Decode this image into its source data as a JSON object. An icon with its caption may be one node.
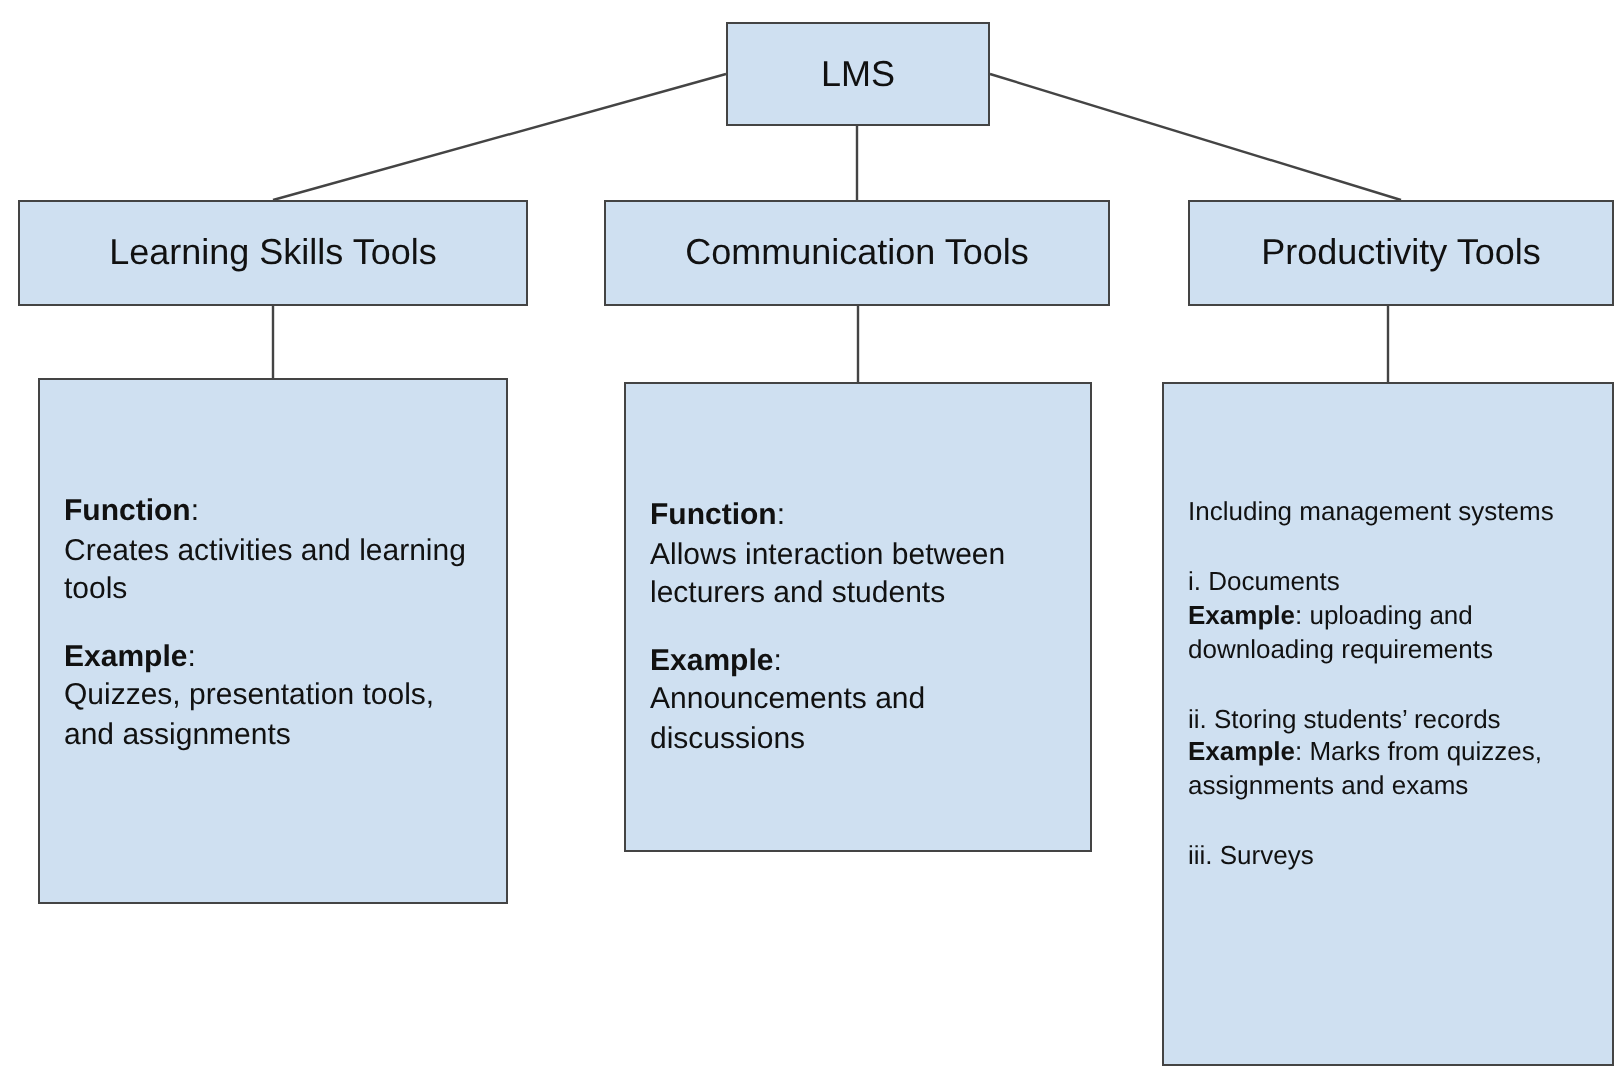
{
  "diagram": {
    "nodes": [
      {
        "text": [
          "LMS"
        ]
      },
      {
        "text": [
          "Learning Skills Tools"
        ]
      },
      {
        "text": [
          "Communication Tools"
        ]
      },
      {
        "text": [
          "Productivity Tools"
        ]
      },
      {
        "text": [
          "**Function**:",
          "Creates activities and learning tools",
          "**Example**:",
          "Quizzes, presentation tools, and assignments"
        ]
      },
      {
        "text": [
          "**Function**:",
          "Allows interaction between lecturers and students",
          "**Example**:",
          "Announcements and discussions"
        ]
      },
      {
        "text": [
          "Including management systems",
          "i. Documents",
          "**Example**: uploading and downloading requirements",
          "ii. Storing students’ records",
          "**Example**: Marks from quizzes, assignments and exams",
          "iii. Surveys"
        ]
      }
    ],
    "edges": [
      {
        "from": 0,
        "to": 1,
        "arrow": "none"
      },
      {
        "from": 0,
        "to": 2,
        "arrow": "none"
      },
      {
        "from": 0,
        "to": 3,
        "arrow": "none"
      },
      {
        "from": 1,
        "to": 4,
        "arrow": "none"
      },
      {
        "from": 2,
        "to": 5,
        "arrow": "none"
      },
      {
        "from": 3,
        "to": 6,
        "arrow": "none"
      }
    ]
  }
}
